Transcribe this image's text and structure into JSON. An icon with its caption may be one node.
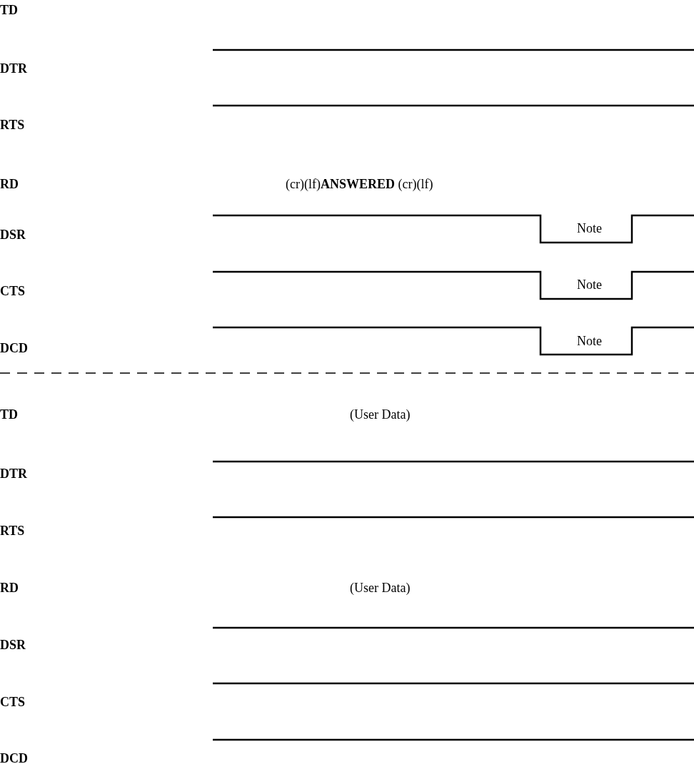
{
  "diagram": {
    "labels": [
      "TD",
      "DTR",
      "RTS",
      "RD",
      "(cr)(lf)**ANSWERED** (cr)(lf)",
      "DSR",
      "Note",
      "CTS",
      "Note",
      "DCD",
      "Note",
      "TD",
      "(User Data)",
      "DTR",
      "RTS",
      "RD",
      "(User Data)",
      "DSR",
      "CTS",
      "DCD"
    ]
  }
}
